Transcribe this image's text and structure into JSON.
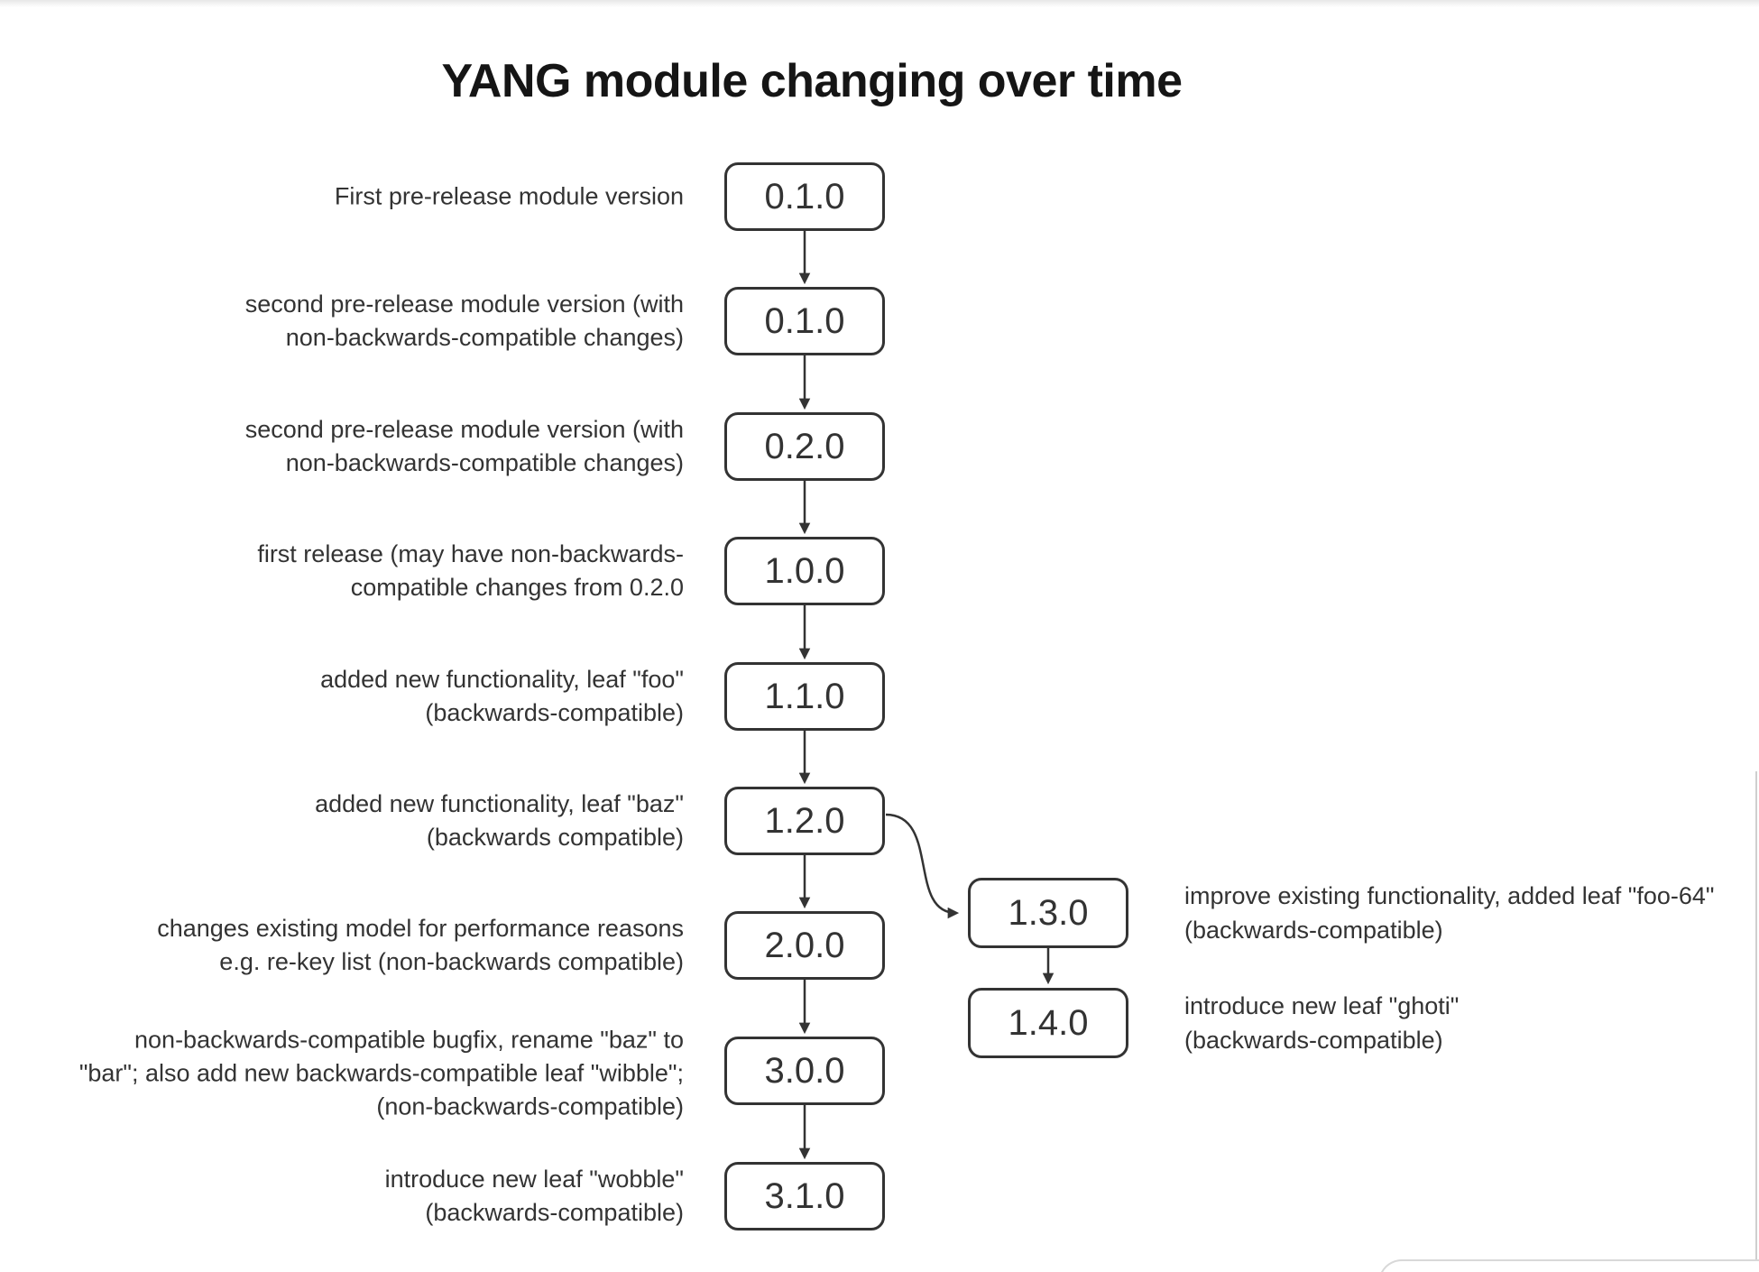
{
  "title": "YANG module changing over time",
  "colors": {
    "ink": "#333333",
    "node_border": "#333333",
    "node_fill": "#ffffff",
    "background": "#ffffff",
    "frame_edge": "#d8d8d8"
  },
  "main_column": {
    "rows": [
      {
        "version": "0.1.0",
        "label": "First pre-release module version"
      },
      {
        "version": "0.1.0",
        "label": "second pre-release module version (with\nnon-backwards-compatible changes)"
      },
      {
        "version": "0.2.0",
        "label": "second pre-release module version (with\nnon-backwards-compatible changes)"
      },
      {
        "version": "1.0.0",
        "label": "first release (may have non-backwards-\ncompatible changes from 0.2.0"
      },
      {
        "version": "1.1.0",
        "label": "added new functionality, leaf \"foo\"\n(backwards-compatible)"
      },
      {
        "version": "1.2.0",
        "label": "added new functionality, leaf \"baz\"\n(backwards compatible)"
      },
      {
        "version": "2.0.0",
        "label": "changes existing model for performance reasons\ne.g. re-key list (non-backwards compatible)"
      },
      {
        "version": "3.0.0",
        "label": "non-backwards-compatible bugfix, rename \"baz\" to\n\"bar\"; also add new backwards-compatible leaf \"wibble\";\n(non-backwards-compatible)"
      },
      {
        "version": "3.1.0",
        "label": "introduce new leaf \"wobble\"\n(backwards-compatible)"
      }
    ]
  },
  "branch_column": {
    "rows": [
      {
        "version": "1.3.0",
        "annotation": "improve existing functionality, added leaf \"foo-64\"\n(backwards-compatible)"
      },
      {
        "version": "1.4.0",
        "annotation": "introduce new leaf \"ghoti\"\n(backwards-compatible)"
      }
    ]
  }
}
